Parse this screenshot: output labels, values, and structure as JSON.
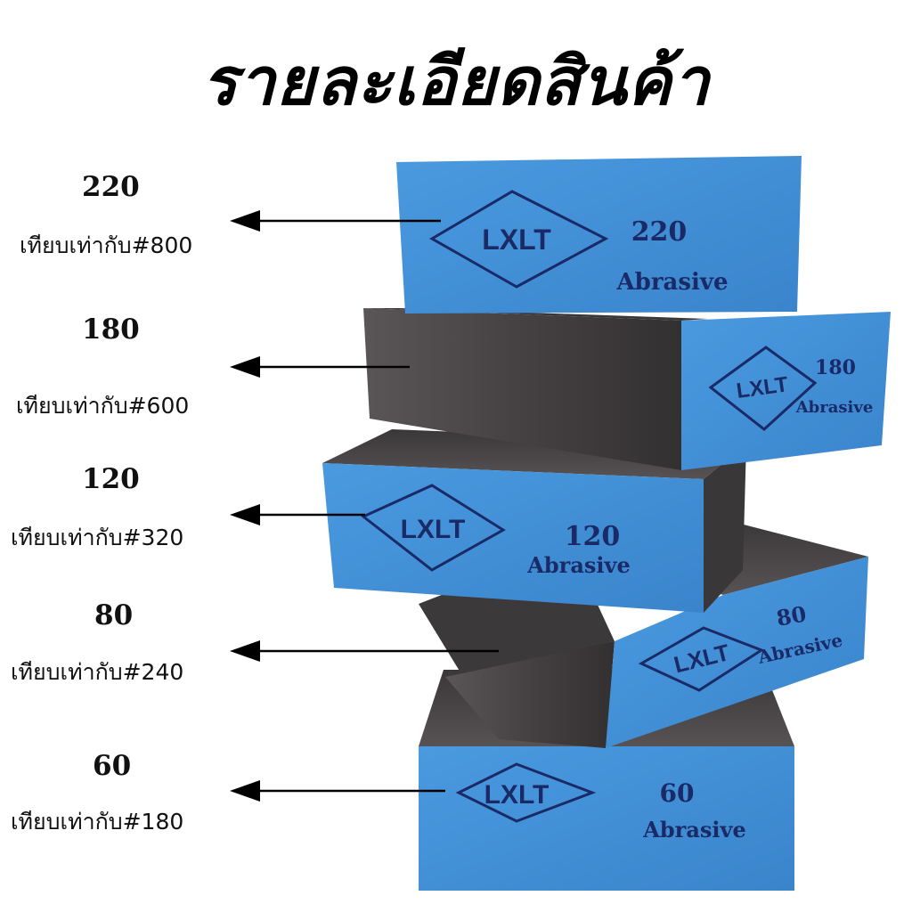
{
  "title": "รายละเอียดสินค้า",
  "colors": {
    "foam_face": "#3f8fd6",
    "foam_dark": "#2f72b8",
    "core": "#4a4748",
    "core_dark": "#2e2b2c",
    "ink": "#1a2a66"
  },
  "brand": "LXLT",
  "stamp_word": "Abrasive",
  "grades": [
    {
      "grit": "220",
      "equivalent": "เทียบเท่ากับ#800"
    },
    {
      "grit": "180",
      "equivalent": "เทียบเท่ากับ#600"
    },
    {
      "grit": "120",
      "equivalent": "เทียบเท่ากับ#320"
    },
    {
      "grit": "80",
      "equivalent": "เทียบเท่ากับ#240"
    },
    {
      "grit": "60",
      "equivalent": "เทียบเท่ากับ#180"
    }
  ]
}
